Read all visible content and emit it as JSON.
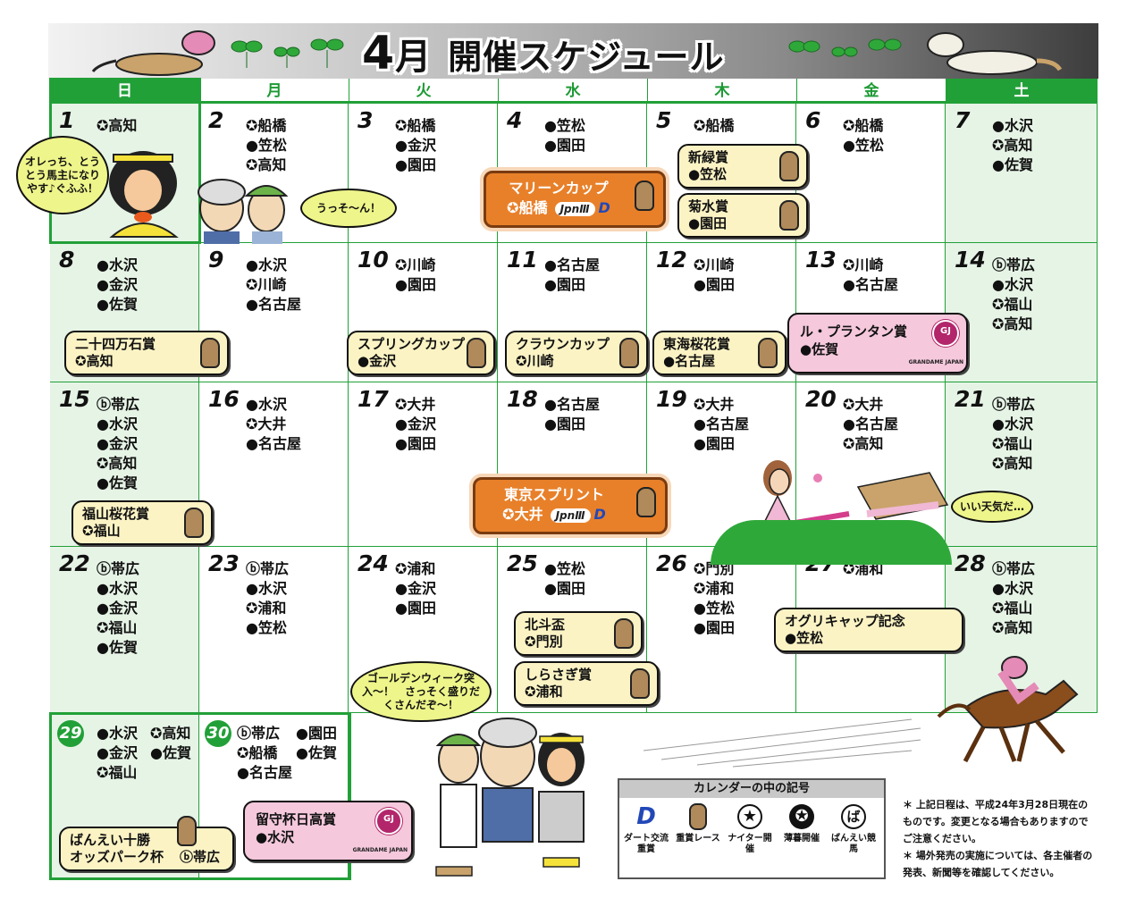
{
  "header": {
    "month_num": "4",
    "month_label": "月",
    "title": "開催スケジュール"
  },
  "dow": [
    "日",
    "月",
    "火",
    "水",
    "木",
    "金",
    "土"
  ],
  "weeks": [
    [
      {
        "day": "1",
        "races": [
          "✪高知"
        ]
      },
      {
        "day": "2",
        "races": [
          "✪船橋",
          "●笠松",
          "✪高知"
        ]
      },
      {
        "day": "3",
        "races": [
          "✪船橋",
          "●金沢",
          "●園田"
        ]
      },
      {
        "day": "4",
        "races": [
          "●笠松",
          "●園田"
        ]
      },
      {
        "day": "5",
        "races": [
          "✪船橋"
        ]
      },
      {
        "day": "6",
        "races": [
          "✪船橋",
          "●笠松"
        ]
      },
      {
        "day": "7",
        "races": [
          "●水沢",
          "✪高知",
          "●佐賀"
        ]
      }
    ],
    [
      {
        "day": "8",
        "races": [
          "●水沢",
          "●金沢",
          "●佐賀"
        ]
      },
      {
        "day": "9",
        "races": [
          "●水沢",
          "✪川崎",
          "●名古屋"
        ]
      },
      {
        "day": "10",
        "races": [
          "✪川崎",
          "●園田"
        ]
      },
      {
        "day": "11",
        "races": [
          "●名古屋",
          "●園田"
        ]
      },
      {
        "day": "12",
        "races": [
          "✪川崎",
          "●園田"
        ]
      },
      {
        "day": "13",
        "races": [
          "✪川崎",
          "●名古屋"
        ]
      },
      {
        "day": "14",
        "races": [
          "ⓑ帯広",
          "●水沢",
          "✪福山",
          "✪高知"
        ]
      }
    ],
    [
      {
        "day": "15",
        "races": [
          "ⓑ帯広",
          "●水沢",
          "●金沢",
          "✪高知",
          "●佐賀"
        ]
      },
      {
        "day": "16",
        "races": [
          "●水沢",
          "✪大井",
          "●名古屋"
        ]
      },
      {
        "day": "17",
        "races": [
          "✪大井",
          "●金沢",
          "●園田"
        ]
      },
      {
        "day": "18",
        "races": [
          "●名古屋",
          "●園田"
        ]
      },
      {
        "day": "19",
        "races": [
          "✪大井",
          "●名古屋",
          "●園田"
        ]
      },
      {
        "day": "20",
        "races": [
          "✪大井",
          "●名古屋",
          "✪高知"
        ]
      },
      {
        "day": "21",
        "races": [
          "ⓑ帯広",
          "●水沢",
          "✪福山",
          "✪高知"
        ]
      }
    ],
    [
      {
        "day": "22",
        "races": [
          "ⓑ帯広",
          "●水沢",
          "●金沢",
          "✪福山",
          "●佐賀"
        ]
      },
      {
        "day": "23",
        "races": [
          "ⓑ帯広",
          "●水沢",
          "✪浦和",
          "●笠松"
        ]
      },
      {
        "day": "24",
        "races": [
          "✪浦和",
          "●金沢",
          "●園田"
        ]
      },
      {
        "day": "25",
        "races": [
          "●笠松",
          "●園田"
        ]
      },
      {
        "day": "26",
        "races": [
          "✪門別",
          "✪浦和",
          "●笠松",
          "●園田"
        ]
      },
      {
        "day": "27",
        "races": [
          "✪浦和"
        ]
      },
      {
        "day": "28",
        "races": [
          "ⓑ帯広",
          "●水沢",
          "✪福山",
          "✪高知"
        ]
      }
    ]
  ],
  "last_week": [
    {
      "day": "29",
      "races_col1": [
        "●水沢",
        "●金沢",
        "✪福山"
      ],
      "races_col2": [
        "✪高知",
        "●佐賀"
      ]
    },
    {
      "day": "30",
      "races_col1": [
        "ⓑ帯広",
        "✪船橋",
        "●名古屋"
      ],
      "races_col2": [
        "●園田",
        "●佐賀"
      ]
    }
  ],
  "badges": {
    "marine": {
      "name": "マリーンカップ",
      "track": "✪船橋",
      "grade": "JpnⅢ",
      "logo": "D"
    },
    "shinryoku": {
      "name": "新緑賞",
      "track": "●笠松"
    },
    "kikusui": {
      "name": "菊水賞",
      "track": "●園田"
    },
    "nijushi": {
      "name": "二十四万石賞",
      "track": "✪高知"
    },
    "spring": {
      "name": "スプリングカップ",
      "track": "●金沢"
    },
    "crown": {
      "name": "クラウンカップ",
      "track": "✪川崎"
    },
    "tokai": {
      "name": "東海桜花賞",
      "track": "●名古屋"
    },
    "printemps": {
      "name": "ル・プランタン賞",
      "track": "●佐賀",
      "gj": "GJ",
      "gj_text": "GRANDAME JAPAN"
    },
    "fukuyama": {
      "name": "福山桜花賞",
      "track": "✪福山"
    },
    "tokyo": {
      "name": "東京スプリント",
      "track": "✪大井",
      "grade": "JpnⅢ",
      "logo": "D"
    },
    "hokuto": {
      "name": "北斗盃",
      "track": "✪門別"
    },
    "shirasagi": {
      "name": "しらさぎ賞",
      "track": "✪浦和"
    },
    "oguri": {
      "name": "オグリキャップ記念",
      "track": "●笠松"
    },
    "banei": {
      "name1": "ばんえい十勝",
      "name2": "オッズパーク杯",
      "track": "ⓑ帯広"
    },
    "rusu": {
      "name": "留守杯日高賞",
      "track": "●水沢",
      "gj": "GJ",
      "gj_text": "GRANDAME JAPAN"
    }
  },
  "bubbles": {
    "b1": "オレっち、とうとう馬主になりやす♪ぐふふ！",
    "b2": "うっそ〜ん！",
    "b3": "いい天気だ…",
    "b4": "ゴールデンウィーク突入〜！　さっそく盛りだくさんだぞ〜！"
  },
  "legend": {
    "title": "カレンダーの中の記号",
    "items": [
      {
        "icon": "D",
        "label": "ダート交流重賞"
      },
      {
        "icon": "horse",
        "label": "重賞レース"
      },
      {
        "icon": "★",
        "label": "ナイター開催"
      },
      {
        "icon": "✪",
        "label": "薄暮開催"
      },
      {
        "icon": "ば",
        "label": "ばんえい競馬"
      }
    ]
  },
  "notes": [
    "＊ 上記日程は、平成24年3月28日現在のものです。変更となる場合もありますのでご注意ください。",
    "＊ 場外発売の実施については、各主催者の発表、新聞等を確認してください。"
  ],
  "colors": {
    "green": "#22a038",
    "cell_weekend": "#e6f4e6",
    "badge_yellow": "#fbf3c4",
    "badge_pink": "#f5c8dc",
    "badge_orange": "#e8802a"
  }
}
